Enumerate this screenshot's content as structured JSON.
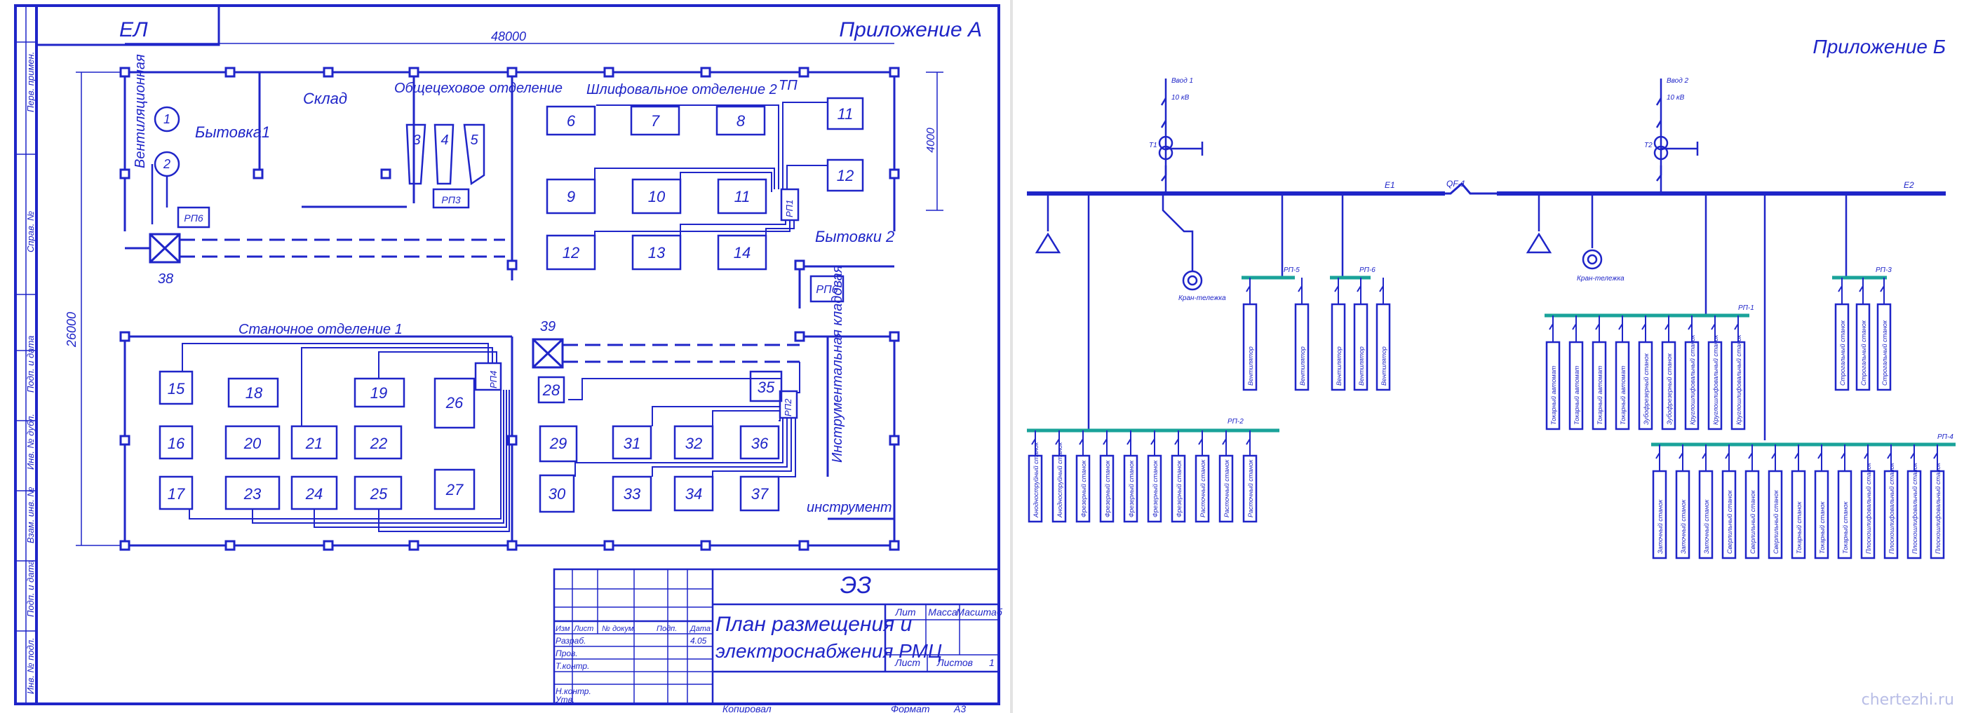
{
  "sheet_a": {
    "appendix_label": "Приложение А",
    "corner_code": "ЕЛ",
    "dimension_width": "48000",
    "dimension_height": "26000",
    "dimension_right": "4000",
    "areas": {
      "ventilation": "Вентиляционная",
      "household_1": "Бытовка1",
      "household_2": "Бытовки 2",
      "warehouse": "Склад",
      "general_purpose": "Общецеховое отделение",
      "grinding_dept_2": "Шлифовальное отделение 2",
      "tp": "ТП",
      "lathe_dept_1": "Станочное отделение 1",
      "tool_storage": "Инструментальная кладовая",
      "tools": "инструмент",
      "rp3": "РП3",
      "box_38": "38",
      "box_39": "39",
      "rp_left": "РП6",
      "rp_upper": "РП1",
      "rp_lower": "РП2",
      "rp_lathe": "РП4"
    },
    "equipment_numbers": [
      "1",
      "2",
      "3",
      "4",
      "5",
      "6",
      "7",
      "8",
      "9",
      "10",
      "11",
      "12",
      "13",
      "14",
      "15",
      "16",
      "17",
      "18",
      "19",
      "20",
      "21",
      "22",
      "23",
      "24",
      "25",
      "26",
      "27",
      "28",
      "29",
      "30",
      "31",
      "32",
      "33",
      "34",
      "35",
      "36",
      "37",
      "11",
      "12"
    ],
    "title_block": {
      "doc_code": "ЭЗ",
      "title_line1": "План размещения и",
      "title_line2": "электроснабжения РМЦ",
      "col_lit": "Лит",
      "col_mass": "Масса",
      "col_scale": "Масштаб",
      "sheet": "Лист",
      "sheets": "Листов",
      "sheets_count": "1",
      "row_labels": [
        "Изм",
        "Лист",
        "№ докум.",
        "Подп.",
        "Дата"
      ],
      "roles": [
        "Разраб.",
        "Пров.",
        "Т.контр.",
        "",
        "Н.контр.",
        "Утв."
      ],
      "date_value": "4.05",
      "copied": "Копировал",
      "format": "Формат",
      "format_value": "А3",
      "side_labels": [
        "Перв. примен.",
        "Справ. №",
        "Подп. и дата",
        "Инв. № дубл.",
        "Взам. инв. №",
        "Подп. и дата",
        "Инв. № подл."
      ]
    }
  },
  "sheet_b": {
    "appendix_label": "Приложение Б",
    "input_1": "Ввод 1",
    "input_2": "Ввод 2",
    "bus_1": "Е1",
    "bus_2": "Е2",
    "bus_breaker": "QF-1",
    "cable_labels": [
      "10 кВ",
      "10 кВ"
    ],
    "transformer_labels": [
      "Т1",
      "Т2"
    ],
    "motor_labels": [
      "Кран-тележка",
      "Кран-тележка"
    ],
    "rp_labels": [
      "РП-2",
      "РП-5",
      "РП-6",
      "РП-1",
      "РП-3",
      "РП-4"
    ],
    "consumers": {
      "rp2": [
        "Анодноструйный станок",
        "Анодноструйный станок",
        "Фрезерный станок",
        "Фрезерный станок",
        "Фрезерный станок",
        "Фрезерный станок",
        "Фрезерный станок",
        "Расточный станок",
        "Расточный станок",
        "Расточный станок"
      ],
      "rp5": [
        "Вентилятор",
        "Вентилятор"
      ],
      "rp6": [
        "Вентилятор",
        "Вентилятор",
        "Вентилятор"
      ],
      "rp1": [
        "Токарный автомат",
        "Токарный автомат",
        "Токарный автомат",
        "Токарный автомат",
        "Зубофрезерный станок",
        "Зубофрезерный станок",
        "Круглошлифовальный станок",
        "Круглошлифовальный станок",
        "Круглошлифовальный станок"
      ],
      "rp3": [
        "Строгальный станок",
        "Строгальный станок",
        "Строгальный станок"
      ],
      "rp4": [
        "Заточный станок",
        "Заточный станок",
        "Заточный станок",
        "Сверлильный станок",
        "Сверлильный станок",
        "Сверлильный станок",
        "Токарный станок",
        "Токарный станок",
        "Токарный станок",
        "Плоскошлифовальный станок",
        "Плоскошлифовальный станок",
        "Плоскошлифовальный станок",
        "Плоскошлифовальный станок"
      ]
    }
  },
  "watermark": "chertezhi.ru",
  "colors": {
    "line": "#1f25c8",
    "teal_bus": "#1aa39a",
    "background": "#ffffff"
  }
}
